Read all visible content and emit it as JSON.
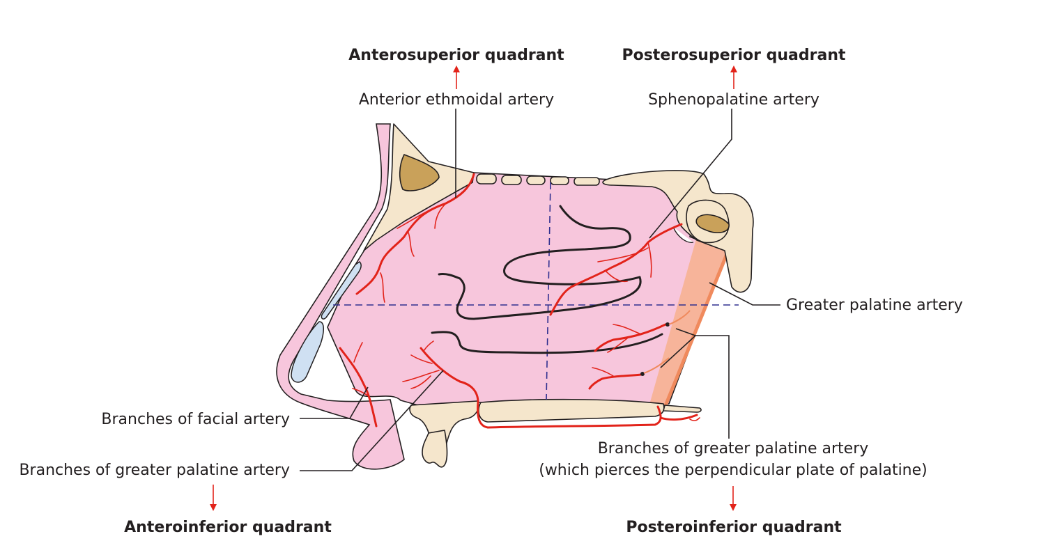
{
  "quadrants": {
    "anterosuperior": "Anterosuperior quadrant",
    "posterosuperior": "Posterosuperior quadrant",
    "anteroinferior": "Anteroinferior quadrant",
    "posteroinferior": "Posteroinferior quadrant"
  },
  "labels": {
    "anterior_ethmoidal": "Anterior ethmoidal artery",
    "sphenopalatine": "Sphenopalatine artery",
    "greater_palatine": "Greater palatine artery",
    "facial_branches": "Branches of facial artery",
    "greater_palatine_branches_left": "Branches of greater palatine artery",
    "greater_palatine_branches_right_line1": "Branches of greater palatine artery",
    "greater_palatine_branches_right_line2": "(which pierces the perpendicular plate of palatine)"
  },
  "colors": {
    "artery": "#e2231a",
    "mucosa": "#f7c6dc",
    "bone": "#f5e6cc",
    "sinus": "#c9a15a",
    "divider": "#2e2f8f",
    "cartilage": "#cfe0f2"
  }
}
